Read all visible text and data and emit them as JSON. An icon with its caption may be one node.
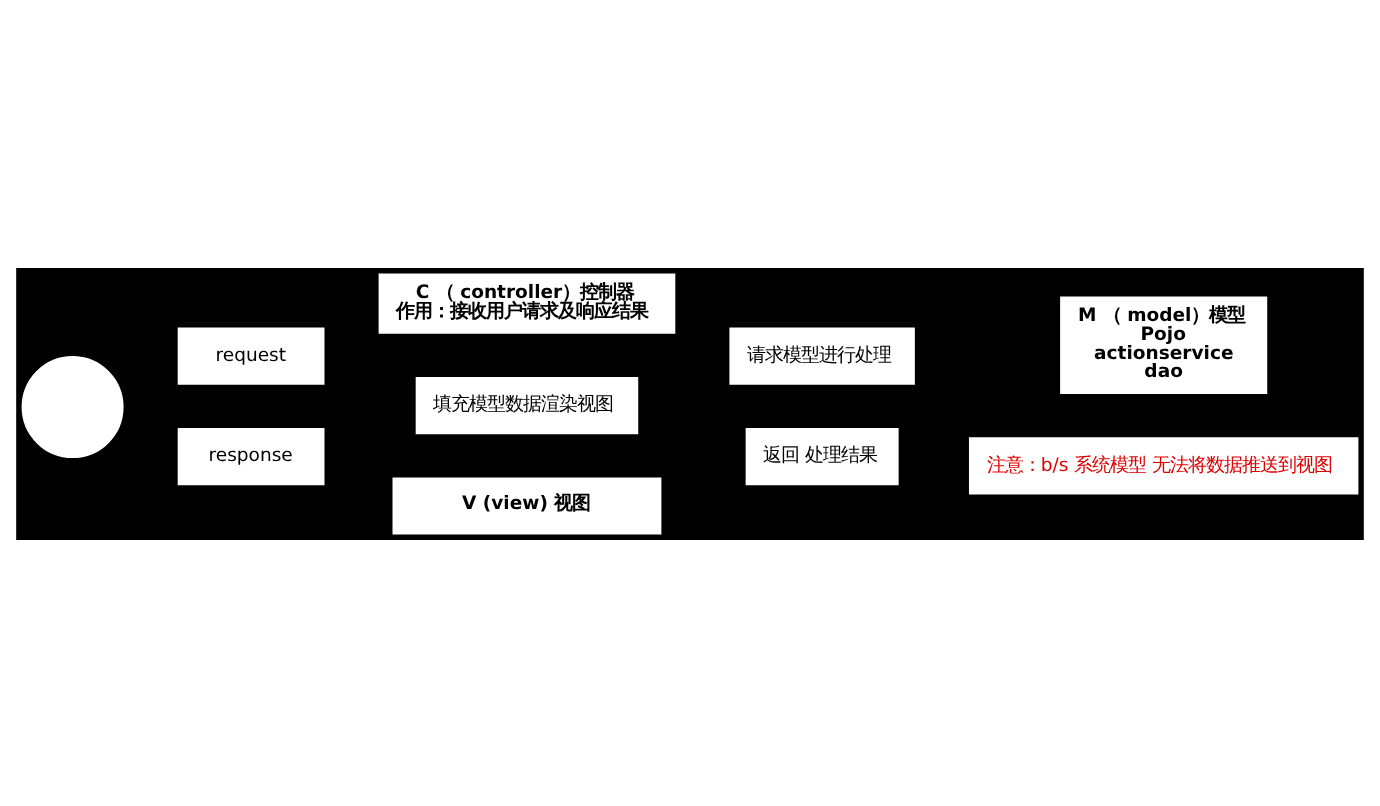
{
  "diagram": {
    "nodes": [
      {
        "text": [],
        "shape": "circle"
      },
      {
        "text": [
          "request"
        ]
      },
      {
        "text": [
          "C （ controller）控制器",
          "作用：接收用户请求及响应结果"
        ]
      },
      {
        "text": [
          "response"
        ]
      },
      {
        "text": [
          "请求模型进行处理"
        ]
      },
      {
        "text": [
          "填充模型数据渲染视图"
        ]
      },
      {
        "text": [
          "返回 处理结果"
        ]
      },
      {
        "text": [
          "M （ model）模型",
          "Pojo",
          "actionservice",
          "dao"
        ]
      },
      {
        "text": [
          "V (view) 视图"
        ]
      },
      {
        "text": [
          "注意：b/s 系统模型 无法将数据推送到视图"
        ]
      }
    ]
  }
}
